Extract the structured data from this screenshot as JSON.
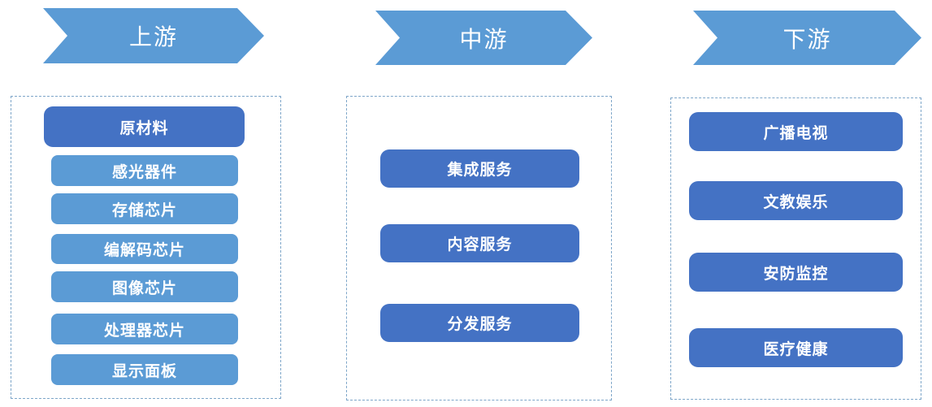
{
  "diagram": {
    "type": "industry-chain-flow",
    "colors": {
      "arrow_blue": "#5B9BD5",
      "item_light_blue": "#5B9BD5",
      "item_dark_blue": "#4472C4",
      "dashed_border": "#7EA6C9",
      "text": "#FFFFFF"
    },
    "sections": [
      {
        "id": "upstream",
        "header": "上游",
        "items": [
          {
            "label": "原材料",
            "variant": "dark"
          },
          {
            "label": "感光器件",
            "variant": "light"
          },
          {
            "label": "存储芯片",
            "variant": "light"
          },
          {
            "label": "编解码芯片",
            "variant": "light"
          },
          {
            "label": "图像芯片",
            "variant": "light"
          },
          {
            "label": "处理器芯片",
            "variant": "light"
          },
          {
            "label": "显示面板",
            "variant": "light"
          }
        ]
      },
      {
        "id": "midstream",
        "header": "中游",
        "items": [
          {
            "label": "集成服务",
            "variant": "dark"
          },
          {
            "label": "内容服务",
            "variant": "dark"
          },
          {
            "label": "分发服务",
            "variant": "dark"
          }
        ]
      },
      {
        "id": "downstream",
        "header": "下游",
        "items": [
          {
            "label": "广播电视",
            "variant": "dark"
          },
          {
            "label": "文教娱乐",
            "variant": "dark"
          },
          {
            "label": "安防监控",
            "variant": "dark"
          },
          {
            "label": "医疗健康",
            "variant": "dark"
          }
        ]
      }
    ]
  }
}
